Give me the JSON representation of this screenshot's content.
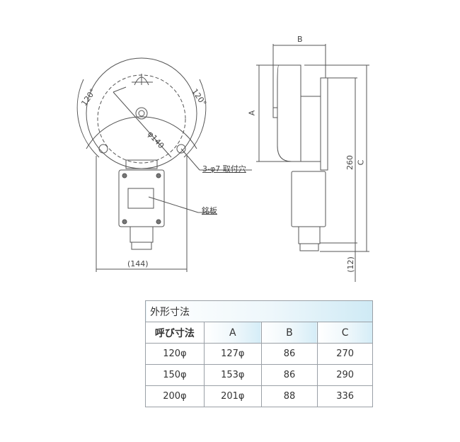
{
  "front_view": {
    "angle_left": "120°",
    "angle_right": "120°",
    "diameter": "φ140",
    "mount_holes": "3-φ7 取付穴",
    "nameplate": "銘板",
    "width": "(144)"
  },
  "side_view": {
    "dim_a": "A",
    "dim_b": "B",
    "dim_c": "C",
    "dim_260": "260",
    "dim_12": "(12)"
  },
  "table": {
    "title": "外形寸法",
    "headers": [
      "呼び寸法",
      "A",
      "B",
      "C"
    ],
    "rows": [
      [
        "120φ",
        "127φ",
        "86",
        "270"
      ],
      [
        "150φ",
        "153φ",
        "86",
        "290"
      ],
      [
        "200φ",
        "201φ",
        "88",
        "336"
      ]
    ]
  }
}
